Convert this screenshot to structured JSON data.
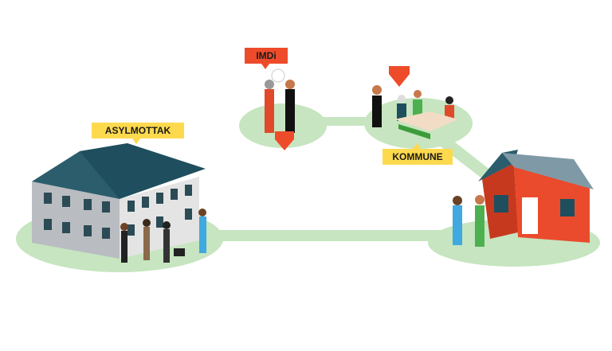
{
  "labels": {
    "asylmottak": "ASYLMOTTAK",
    "imdi": "IMDi",
    "kommune": "KOMMUNE"
  },
  "colors": {
    "path": "#c6e5c0",
    "grass": "#5cb85c",
    "label_yellow": "#fdd94e",
    "label_red": "#ee4b2b",
    "roof": "#1f4f5e",
    "house_red": "#ea4b2c",
    "building_grey": "#e4e4e4"
  }
}
